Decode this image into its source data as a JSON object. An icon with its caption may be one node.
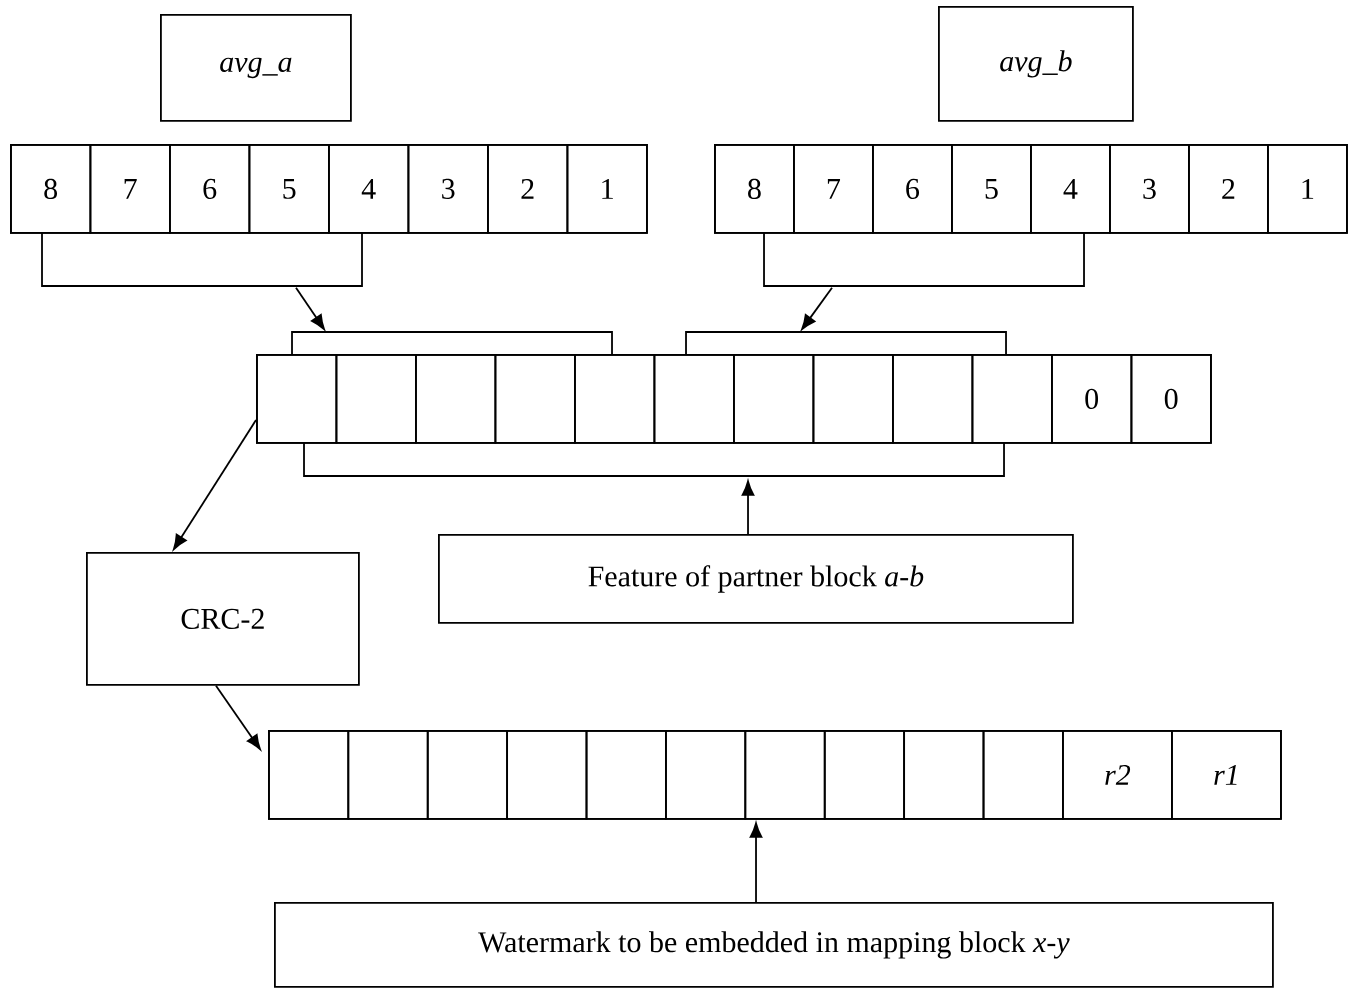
{
  "diagram": {
    "nodes": [
      {
        "text": [
          "avg_a"
        ]
      },
      {
        "text": [
          "avg_b"
        ]
      },
      {
        "text": [],
        "shape": "box"
      },
      {
        "text": [
          "8"
        ],
        "in": 2
      },
      {
        "text": [
          "7"
        ],
        "in": 2
      },
      {
        "text": [
          "6"
        ],
        "in": 2
      },
      {
        "text": [
          "5"
        ],
        "in": 2
      },
      {
        "text": [
          "4"
        ],
        "in": 2
      },
      {
        "text": [
          "3"
        ],
        "in": 2
      },
      {
        "text": [
          "2"
        ],
        "in": 2
      },
      {
        "text": [
          "1"
        ],
        "in": 2
      },
      {
        "text": [],
        "shape": "box"
      },
      {
        "text": [
          "8"
        ],
        "in": 11
      },
      {
        "text": [
          "7"
        ],
        "in": 11
      },
      {
        "text": [
          "6"
        ],
        "in": 11
      },
      {
        "text": [
          "5"
        ],
        "in": 11
      },
      {
        "text": [
          "4"
        ],
        "in": 11
      },
      {
        "text": [
          "3"
        ],
        "in": 11
      },
      {
        "text": [
          "2"
        ],
        "in": 11
      },
      {
        "text": [
          "1"
        ],
        "in": 11
      },
      {
        "text": [],
        "shape": "box"
      },
      {
        "text": [],
        "shape": "box",
        "in": 20
      },
      {
        "text": [],
        "shape": "box",
        "in": 20
      },
      {
        "text": [],
        "shape": "box",
        "in": 20
      },
      {
        "text": [],
        "shape": "box",
        "in": 20
      },
      {
        "text": [],
        "shape": "box",
        "in": 20
      },
      {
        "text": [],
        "shape": "box",
        "in": 20
      },
      {
        "text": [],
        "shape": "box",
        "in": 20
      },
      {
        "text": [],
        "shape": "box",
        "in": 20
      },
      {
        "text": [],
        "shape": "box",
        "in": 20
      },
      {
        "text": [],
        "shape": "box",
        "in": 20
      },
      {
        "text": [
          "0"
        ],
        "in": 20
      },
      {
        "text": [
          "0"
        ],
        "in": 20
      },
      {
        "text": [
          "CRC-2"
        ]
      },
      {
        "text": [
          "Feature of partner block *a-b*"
        ]
      },
      {
        "text": [],
        "shape": "box"
      },
      {
        "text": [],
        "shape": "box",
        "in": 35
      },
      {
        "text": [],
        "shape": "box",
        "in": 35
      },
      {
        "text": [],
        "shape": "box",
        "in": 35
      },
      {
        "text": [],
        "shape": "box",
        "in": 35
      },
      {
        "text": [],
        "shape": "box",
        "in": 35
      },
      {
        "text": [],
        "shape": "box",
        "in": 35
      },
      {
        "text": [],
        "shape": "box",
        "in": 35
      },
      {
        "text": [],
        "shape": "box",
        "in": 35
      },
      {
        "text": [],
        "shape": "box",
        "in": 35
      },
      {
        "text": [],
        "shape": "box",
        "in": 35
      },
      {
        "text": [
          "r2"
        ],
        "in": 35
      },
      {
        "text": [
          "r1"
        ],
        "in": 35
      },
      {
        "text": [
          "Watermark to be embedded in mapping block *x-y*"
        ]
      },
      {
        "text": [],
        "shape": "bracket"
      },
      {
        "text": [],
        "shape": "bracket"
      },
      {
        "text": [],
        "shape": "bracket"
      },
      {
        "text": [],
        "shape": "bracket"
      },
      {
        "text": [],
        "shape": "bracket"
      }
    ],
    "edges": [
      {
        "from": 49,
        "to": 51,
        "arrow": "to"
      },
      {
        "from": 50,
        "to": 52,
        "arrow": "to"
      },
      {
        "from": 20,
        "to": 33,
        "arrow": "to"
      },
      {
        "from": 34,
        "to": 53,
        "arrow": "to"
      },
      {
        "from": 33,
        "to": 35,
        "arrow": "to"
      },
      {
        "from": 48,
        "to": 35,
        "arrow": "to"
      }
    ]
  }
}
